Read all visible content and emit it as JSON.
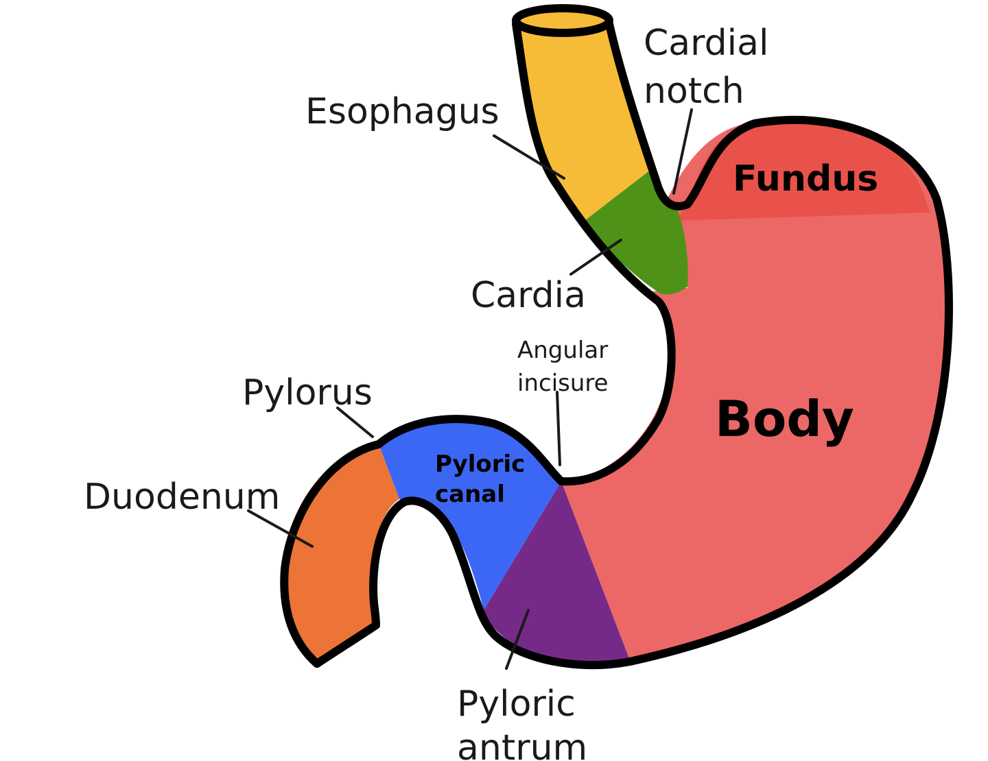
{
  "labels": {
    "esophagus": "Esophagus",
    "cardial_notch_1": "Cardial",
    "cardial_notch_2": "notch",
    "fundus": "Fundus",
    "cardia": "Cardia",
    "angular_incisure_1": "Angular",
    "angular_incisure_2": "incisure",
    "body": "Body",
    "pylorus": "Pylorus",
    "pyloric_canal_1": "Pyloric",
    "pyloric_canal_2": "canal",
    "duodenum": "Duodenum",
    "pyloric_antrum_1": "Pyloric",
    "pyloric_antrum_2": "antrum"
  },
  "colors": {
    "esophagus": "#F6BC37",
    "cardia": "#4E9318",
    "fundus": "#E9524A",
    "body": "#EC6866",
    "pyloric_canal": "#3C67F5",
    "pyloric_antrum": "#762A88",
    "duodenum": "#EC7436",
    "outline": "#000000"
  }
}
